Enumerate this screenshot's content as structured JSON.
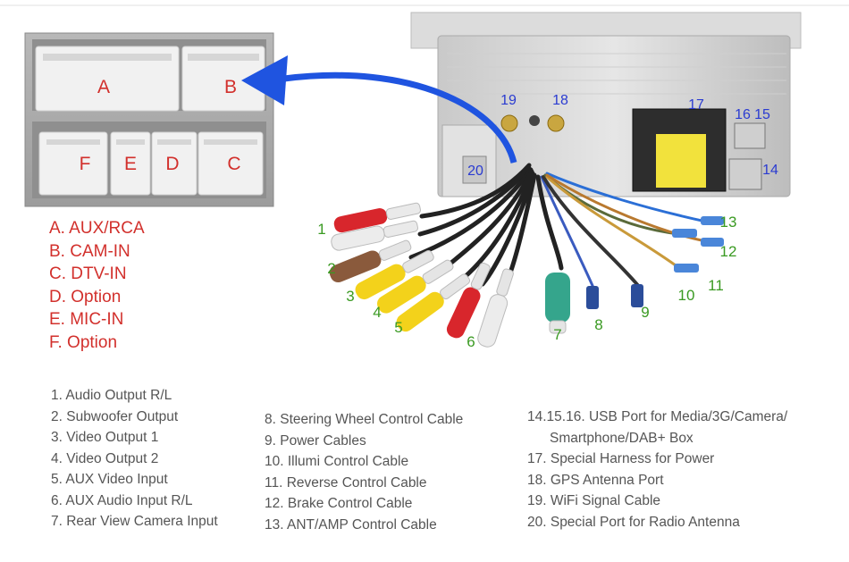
{
  "connector_letters": [
    "A",
    "B",
    "F",
    "E",
    "D",
    "C"
  ],
  "connector_legend": [
    "A. AUX/RCA",
    "B. CAM-IN",
    "C. DTV-IN",
    "D. Option",
    "E. MIC-IN",
    "F. Option"
  ],
  "port_numbers": [
    "19",
    "18",
    "17",
    "16",
    "15",
    "14",
    "20"
  ],
  "cable_numbers": [
    "1",
    "2",
    "3",
    "4",
    "5",
    "6",
    "7",
    "8",
    "9",
    "10",
    "11",
    "12",
    "13"
  ],
  "legend_col1": [
    "1. Audio Output R/L",
    "2. Subwoofer Output",
    "3. Video Output 1",
    "4. Video Output 2",
    "5. AUX Video Input",
    "6. AUX Audio Input R/L",
    "7. Rear View Camera Input"
  ],
  "legend_col2": [
    "8. Steering Wheel Control Cable",
    "9. Power Cables",
    "10. Illumi Control Cable",
    "11. Reverse Control Cable",
    "12. Brake Control Cable",
    "13. ANT/AMP Control Cable"
  ],
  "legend_col3": [
    "14.15.16. USB Port for Media/3G/Camera/",
    "Smartphone/DAB+ Box",
    "17. Special Harness for Power",
    "18. GPS Antenna Port",
    "19. WiFi Signal Cable",
    "20. Special Port for Radio Antenna"
  ],
  "colors": {
    "connector_label": "#d2302c",
    "port_label": "#2a3bd1",
    "cable_label": "#3a9a22",
    "legend_text": "#555555",
    "arrow": "#1f54e0",
    "rca_red": "#d8262c",
    "rca_white": "#ececec",
    "rca_brown": "#8a5a3c",
    "rca_yellow": "#f3d21b",
    "rca_green": "#35a58c"
  }
}
